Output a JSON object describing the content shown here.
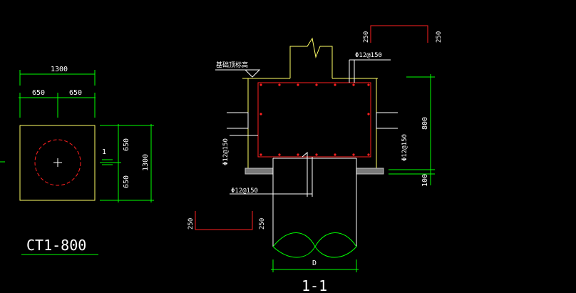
{
  "colors": {
    "background": "#000000",
    "dimension": "#00ff00",
    "outline": "#ffff66",
    "rebar_main": "#ff2020",
    "text": "#ffffff",
    "concrete": "#c0c0c0"
  },
  "plan_view": {
    "dim_total": "1300",
    "dim_left": "650",
    "dim_right": "650",
    "dim_vertical_total": "1300",
    "dim_vertical_top": "650",
    "dim_vertical_bottom": "650",
    "section_marker": "1",
    "label": "CT1-800"
  },
  "section_view": {
    "title": "1-1",
    "top_elevation_label": "基础顶标高",
    "rebar_top_label": "Φ12@150",
    "rebar_left_label": "Φ12@150",
    "rebar_right_label": "Φ12@150",
    "rebar_bottom_label": "Φ12@150",
    "hook_top_left": "250",
    "hook_top_right": "250",
    "hook_bottom_left": "250",
    "hook_bottom_right": "250",
    "dim_height": "800",
    "dim_cushion": "100",
    "dim_pile": "D"
  }
}
